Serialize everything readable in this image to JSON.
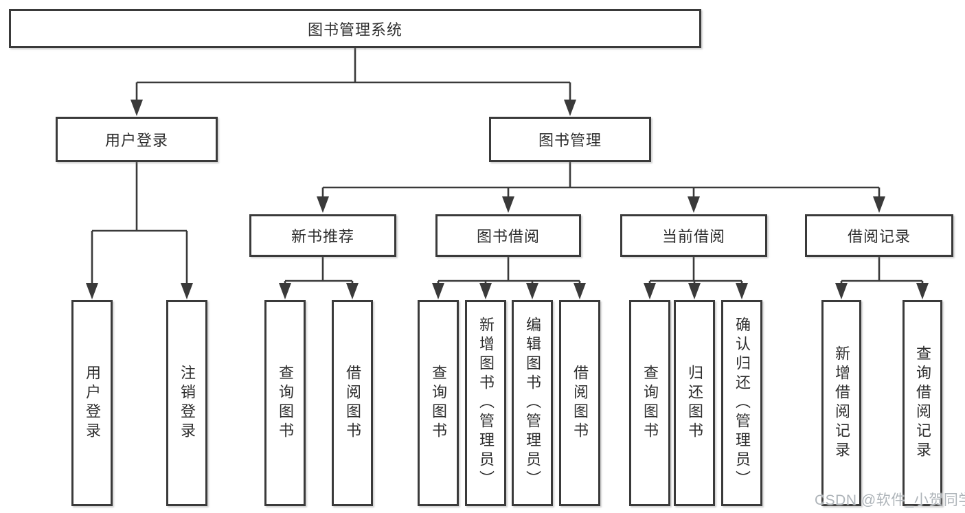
{
  "diagram": {
    "root": {
      "label": "图书管理系统"
    },
    "level1": [
      {
        "label": "用户登录",
        "children": [
          {
            "label": "用户登录"
          },
          {
            "label": "注销登录"
          }
        ]
      },
      {
        "label": "图书管理",
        "children": [
          {
            "label": "新书推荐",
            "children": [
              {
                "label": "查询图书"
              },
              {
                "label": "借阅图书"
              }
            ]
          },
          {
            "label": "图书借阅",
            "children": [
              {
                "label": "查询图书"
              },
              {
                "label": "新增图书（管理员）"
              },
              {
                "label": "编辑图书（管理员）"
              },
              {
                "label": "借阅图书"
              }
            ]
          },
          {
            "label": "当前借阅",
            "children": [
              {
                "label": "查询图书"
              },
              {
                "label": "归还图书"
              },
              {
                "label": "确认归还（管理员）"
              }
            ]
          },
          {
            "label": "借阅记录",
            "children": [
              {
                "label": "新增借阅记录"
              },
              {
                "label": "查询借阅记录"
              }
            ]
          }
        ]
      }
    ],
    "watermark": "CSDN @软件_小贺同学",
    "colors": {
      "line": "#3a3a3a",
      "box_border": "#3a3a3a",
      "box_fill": "#ffffff",
      "text": "#2e2e2e",
      "watermark": "#aeb4b9"
    }
  }
}
